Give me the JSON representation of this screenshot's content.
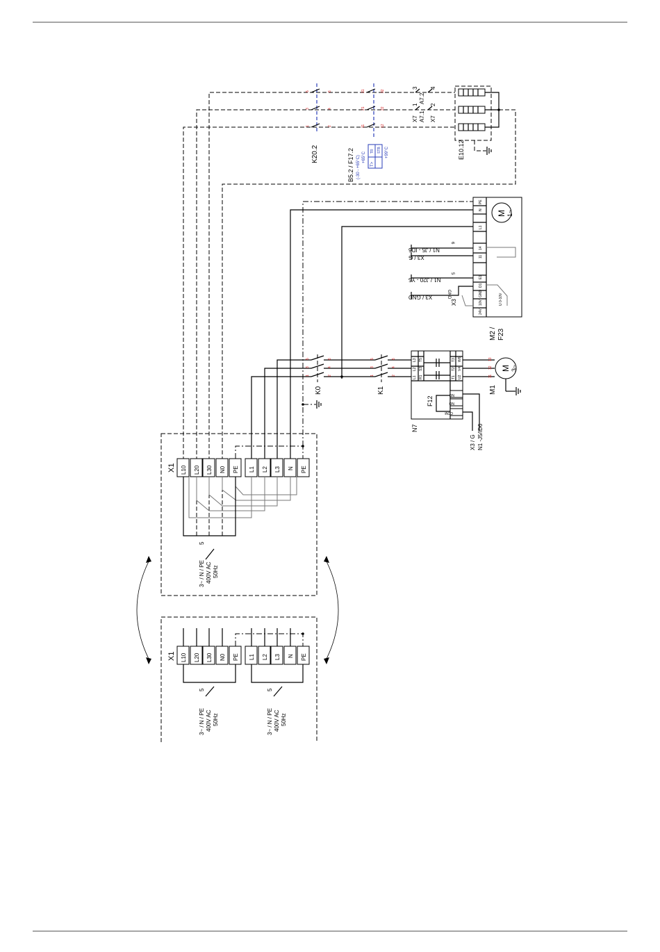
{
  "terminal_strip": {
    "name": "X1",
    "terminals": [
      "L10",
      "L20",
      "L30",
      "N0",
      "PE",
      "L1",
      "L2",
      "L3",
      "N",
      "PE"
    ],
    "supply_label_1": "3~ / N / PE",
    "supply_label_2": "400V AC",
    "supply_label_3": "50Hz",
    "cable_count": "5"
  },
  "contactors": {
    "k20": "K20.2",
    "k0": "K0",
    "k1": "K1"
  },
  "thermostat": {
    "name": "B5.2 / F17.2",
    "range": "(-30 - +65°C)",
    "set1": "+65°C",
    "set2": "+99°C",
    "tr": "TR",
    "stb": "STB",
    "t_symbol": "T>"
  },
  "heater": {
    "name": "E10.12",
    "x7a": "X7",
    "x7b": "X7",
    "a71": "A7.1",
    "a72": "A7.2",
    "p1": "1",
    "p2": "2",
    "p3": "3",
    "p4": "4"
  },
  "fan": {
    "name": "M2 /",
    "name2": "F23",
    "motor_m": "M",
    "motor_phase": "1~",
    "pins": [
      "PE",
      "N",
      "L1",
      "14",
      "11",
      "E1",
      "D1",
      "GND",
      "10V",
      "24V"
    ],
    "signal": "U 0-10V",
    "x3": "X3",
    "gnd": "GND",
    "wire6": "6",
    "wire5": "5",
    "labels": [
      "N1 / J5 - ID6",
      "X3 / G",
      "N1 / J20 - Y5",
      "X3 / GND"
    ]
  },
  "softstarter": {
    "name": "N7",
    "f12": "F12",
    "top_pins": [
      "L1",
      "L2",
      "L3"
    ],
    "top_pins2": [
      "R1",
      "S3",
      "T5"
    ],
    "bot_pins": [
      "T1",
      "T2",
      "T3"
    ],
    "bot_pins2": [
      "U2",
      "V4",
      "W6"
    ],
    "relay": [
      "NC",
      "NO",
      "COM"
    ],
    "label1": "X3 / G",
    "label2": "N1 -J5/ID6"
  },
  "motor": {
    "name": "M1",
    "m": "M",
    "phase": "3~",
    "term": [
      "11",
      "12",
      "13"
    ]
  },
  "wire_numbers": {
    "k20": [
      "1",
      "2",
      "3",
      "4",
      "5",
      "6"
    ],
    "k20b": [
      "11",
      "12",
      "21",
      "22",
      "31",
      "32"
    ],
    "k0": [
      "1",
      "2",
      "3",
      "4",
      "5",
      "6"
    ],
    "k1": [
      "1",
      "2",
      "3",
      "4",
      "5",
      "6"
    ]
  }
}
